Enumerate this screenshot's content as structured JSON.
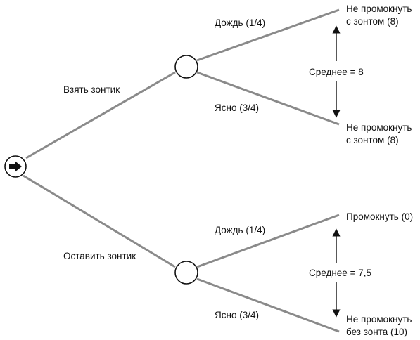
{
  "tree": {
    "take_umbrella": "Взять зонтик",
    "leave_umbrella": "Оставить зонтик",
    "upper": {
      "rain": "Дождь (1/4)",
      "clear": "Ясно (3/4)",
      "outcome_rain_line1": "Не промокнуть",
      "outcome_rain_line2": "с зонтом (8)",
      "outcome_clear_line1": "Не промокнуть",
      "outcome_clear_line2": "с зонтом (8)",
      "average": "Среднее = 8"
    },
    "lower": {
      "rain": "Дождь (1/4)",
      "clear": "Ясно (3/4)",
      "outcome_rain_line1": "Промокнуть (0)",
      "outcome_clear_line1": "Не промокнуть",
      "outcome_clear_line2": "без зонта (10)",
      "average": "Среднее = 7,5"
    }
  },
  "colors": {
    "branch": "#8a8a8a",
    "node_stroke": "#111111",
    "text": "#111111"
  }
}
